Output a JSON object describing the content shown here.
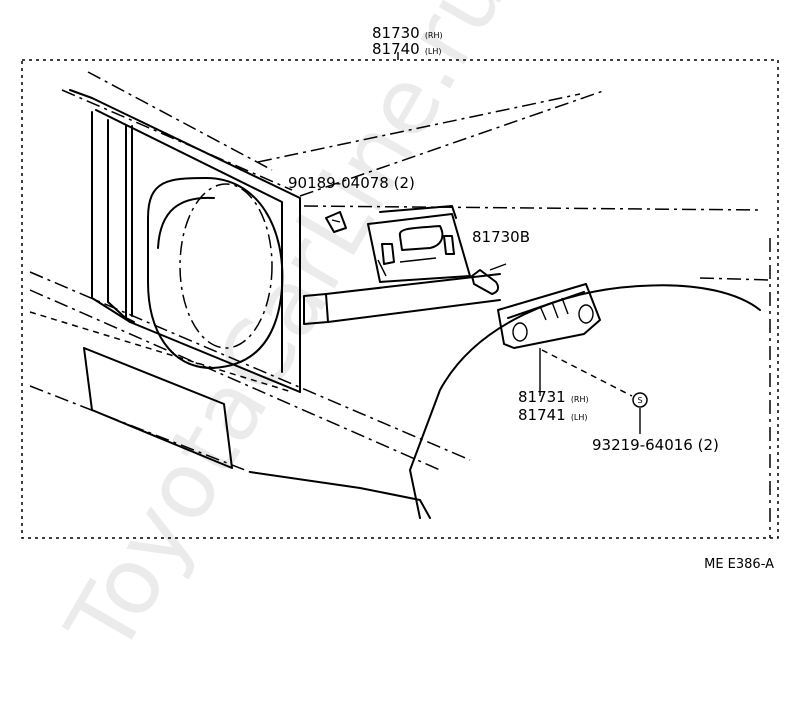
{
  "watermark": "ToyotaCarLine.ru",
  "figure_code": "ME E386-A",
  "parts": {
    "assembly": {
      "rh_number": "81730",
      "rh_suffix": "(RH)",
      "lh_number": "81740",
      "lh_suffix": "(LH)"
    },
    "clip": {
      "label": "90189-04078 (2)"
    },
    "bulb": {
      "label": "81730B"
    },
    "lens": {
      "rh_number": "81731",
      "rh_suffix": "(RH)",
      "lh_number": "81741",
      "lh_suffix": "(LH)"
    },
    "screw": {
      "symbol": "S",
      "label": "93219-64016 (2)"
    }
  }
}
